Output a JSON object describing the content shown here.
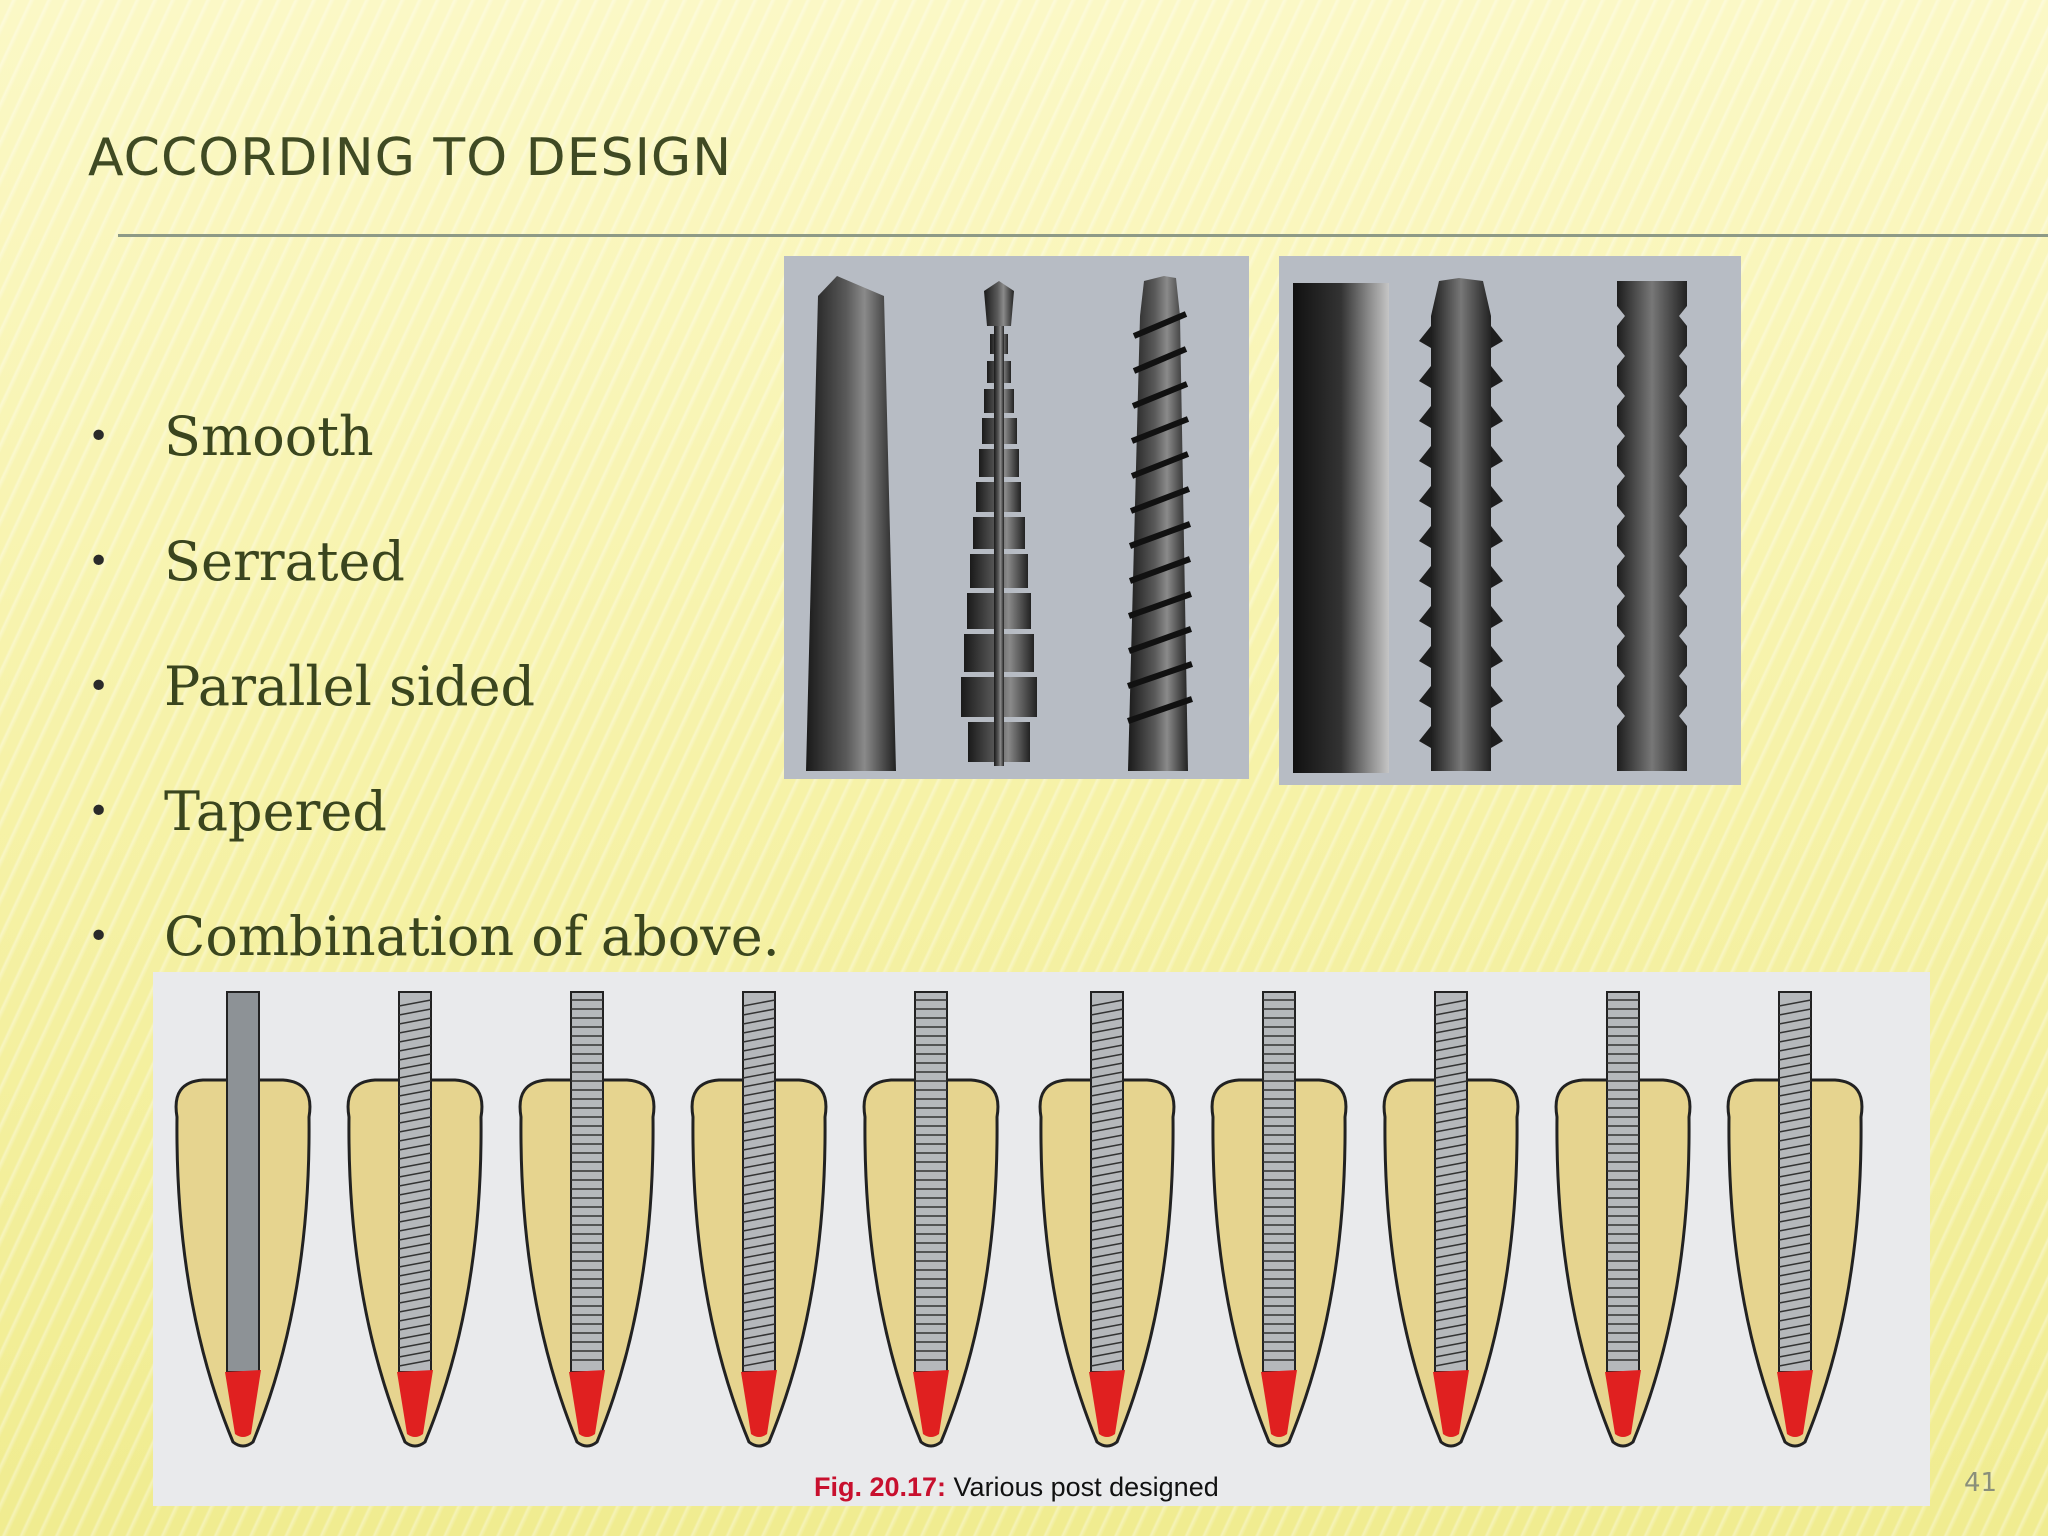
{
  "slide": {
    "title": "ACCORDING TO DESIGN",
    "page_number": "41"
  },
  "bullets": [
    {
      "bullet": "•",
      "text": "Smooth"
    },
    {
      "bullet": "•",
      "text": "Serrated"
    },
    {
      "bullet": "•",
      "text": "Parallel sided"
    },
    {
      "bullet": "•",
      "text": "Tapered"
    },
    {
      "bullet": "•",
      "text": "Combination of above."
    }
  ],
  "figure": {
    "caption_label": "Fig. 20.17:",
    "caption_text": " Various post designed",
    "post_count": 10
  },
  "colors": {
    "title": "#3f4a23",
    "rule": "#8d9a86",
    "root_fill": "#e6d48f",
    "apex": "#e02020",
    "caption_label": "#c8102e"
  }
}
